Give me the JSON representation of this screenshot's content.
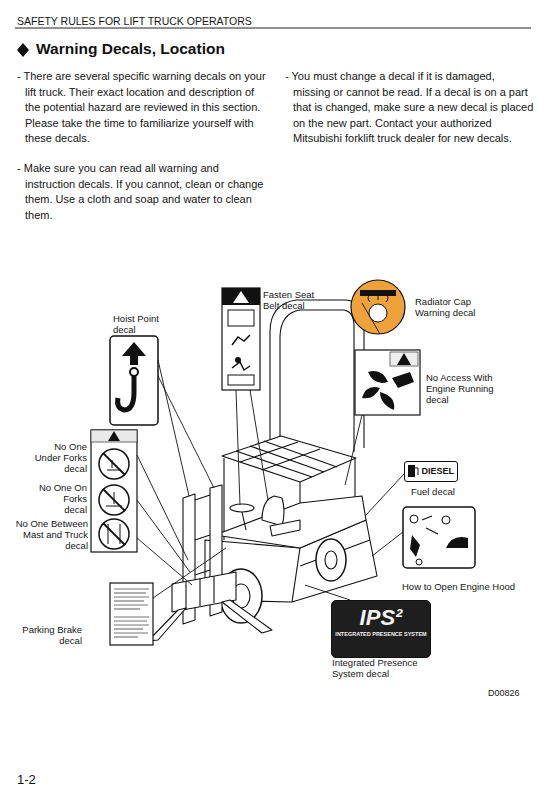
{
  "diagram": {
    "title": "Warning Decals, Location",
    "nodes": [
      {
        "text": [
          "DIESEL"
        ]
      },
      {
        "text": [
          "IPS²",
          "INTEGRATED PRESENCE SYSTEM"
        ]
      }
    ],
    "labels": [
      "SAFETY RULES FOR LIFT TRUCK OPERATORS",
      "- There are several specific warning decals on your lift truck. Their exact location and description of the potential hazard are reviewed in this section. Please take the time to familiarize yourself with these decals.",
      "- Make sure you can read all warning and instruction decals. If you cannot, clean or change them. Use a cloth and soap and water to clean them.",
      "- You must change a decal if it is damaged, missing or cannot be read. If a decal is on a part that is changed, make sure a new decal is placed on the new part. Contact your authorized Mitsubishi forklift truck dealer for new decals.",
      "Hoist Point decal",
      "Fasten Seat Belt decal",
      "Radiator Cap Warning decal",
      "No Access With Engine Running decal",
      "No One Under Forks decal",
      "No One On Forks decal",
      "No One Between Mast and Truck decal",
      "Fuel decal",
      "How to Open Engine Hood",
      "Parking Brake decal",
      "Integrated Presence System decal",
      "D00826",
      "1-2"
    ]
  }
}
